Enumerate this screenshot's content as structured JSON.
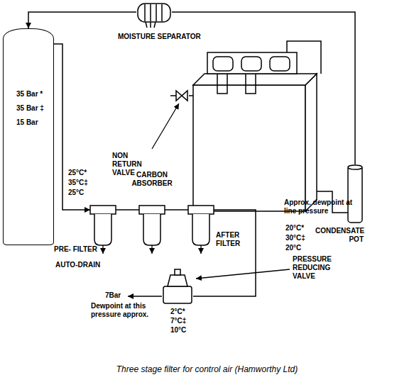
{
  "diagram": {
    "caption": "Three stage filter for control air (Hamworthy Ltd)",
    "nodes": [
      {
        "text": [
          "35 Bar *",
          "35 Bar ‡",
          "15 Bar"
        ]
      },
      {
        "text": [
          "MOISTURE SEPARATOR"
        ]
      },
      {
        "text": [
          "CONDENSATE POT"
        ]
      },
      {
        "text": [
          "PRE- FILTER"
        ]
      },
      {
        "text": [
          "CARBON ABSORBER"
        ]
      },
      {
        "text": [
          "AFTER FILTER"
        ]
      },
      {
        "text": [
          "PRESSURE REDUCING VALVE"
        ]
      }
    ],
    "edges": [
      {
        "from": 1,
        "to": 0,
        "arrow": "to"
      },
      {
        "from": 2,
        "to": 1,
        "arrow": "none"
      },
      {
        "from": 0,
        "to": 3,
        "arrow": "to"
      },
      {
        "from": 3,
        "to": 4,
        "arrow": "none"
      },
      {
        "from": 4,
        "to": 5,
        "arrow": "none"
      },
      {
        "from": 5,
        "to": 6,
        "arrow": "none"
      }
    ],
    "labels": [
      "NON RETURN VALVE",
      "25°C*",
      "35°C‡",
      "25°C",
      "AUTO-DRAIN",
      "Approx. dewpoint at line pressure",
      "20°C*",
      "30°C‡",
      "20°C",
      "7Bar",
      "Dewpoint at this pressure approx.",
      "2°C*",
      "7°C‡",
      "10°C"
    ]
  }
}
